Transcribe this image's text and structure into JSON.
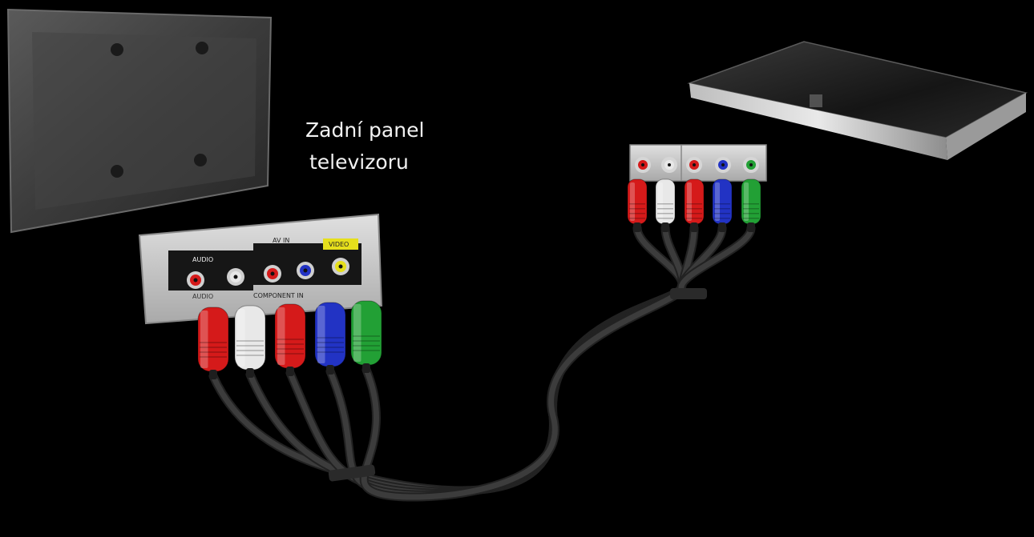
{
  "caption": {
    "line1": "Zadní panel",
    "line2": "televizoru"
  },
  "panel_labels": {
    "av_in": "AV IN",
    "audio": "AUDIO",
    "video": "VIDEO",
    "component_in": "COMPONENT IN"
  },
  "colors": {
    "background": "#000000",
    "red": "#d51a1a",
    "white": "#e8e8e8",
    "blue": "#2233c4",
    "green": "#22a035",
    "yellow": "#e6df1c",
    "cable": "#3c3c3c"
  },
  "connectors": [
    "red",
    "white",
    "red",
    "blue",
    "green"
  ]
}
